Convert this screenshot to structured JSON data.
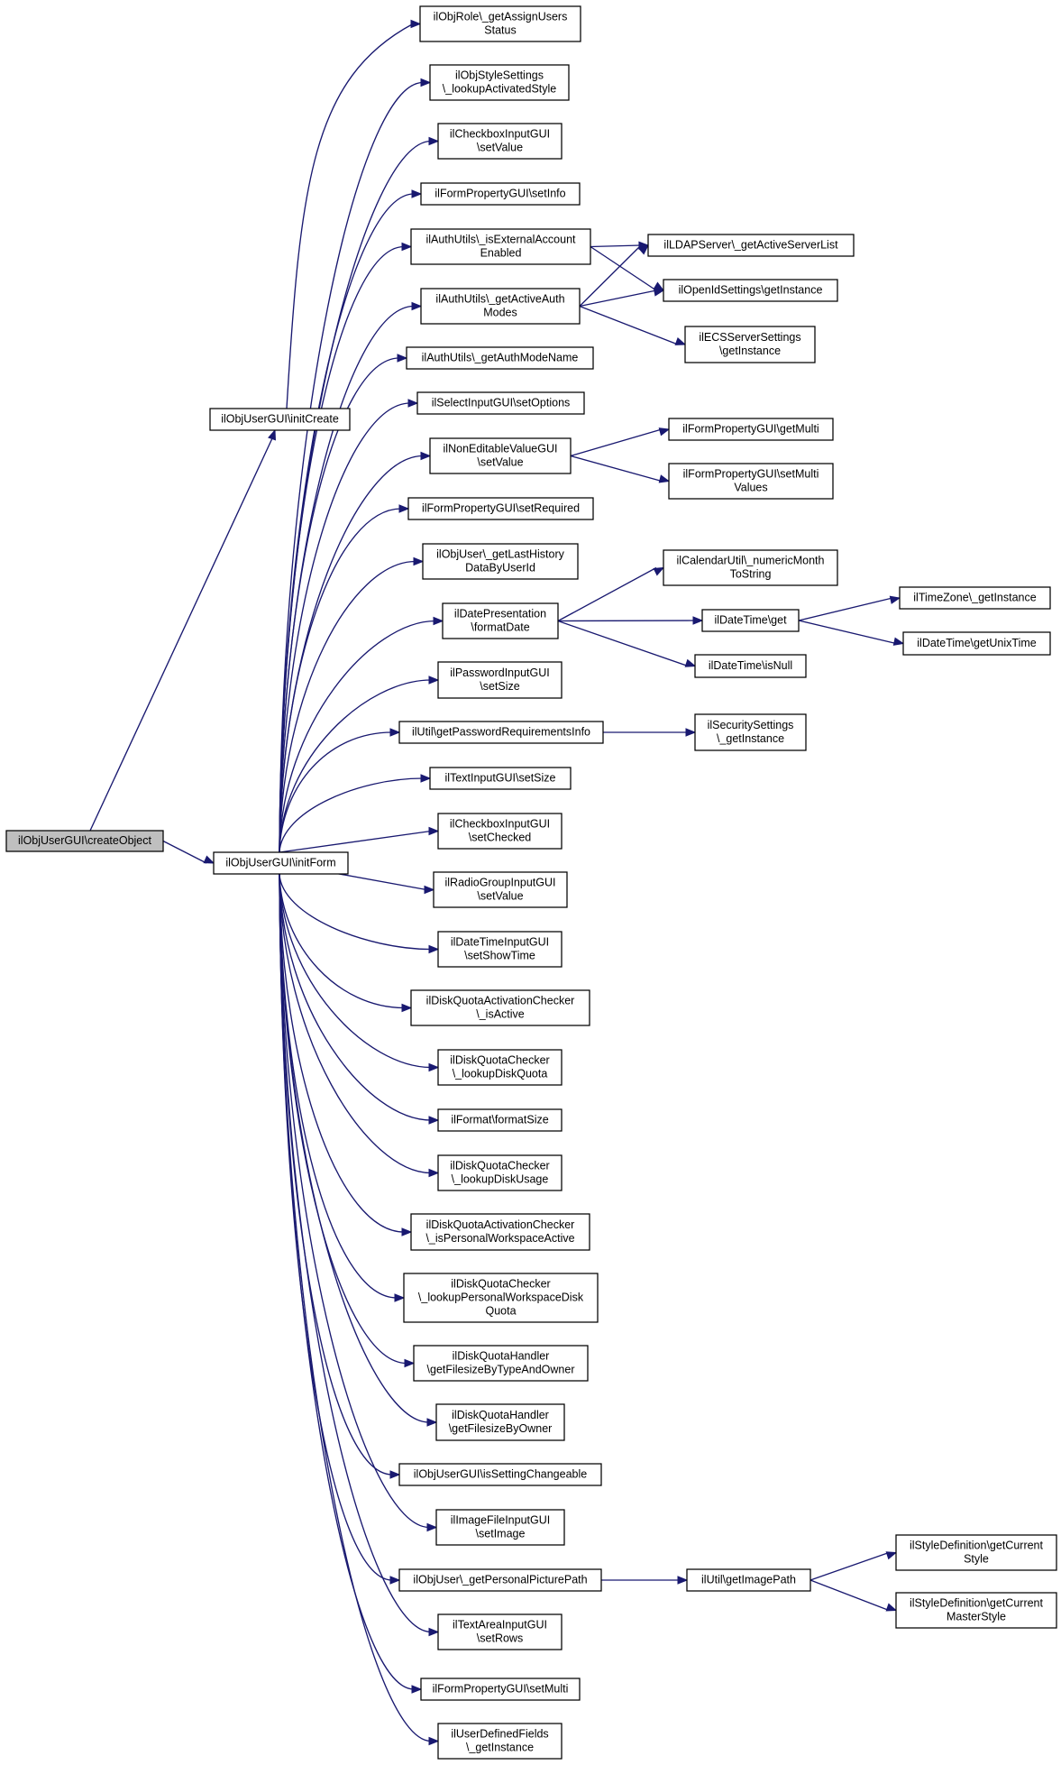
{
  "colors": {
    "edge": "#191970",
    "node_border": "#000000",
    "root_fill": "#bfbfbf",
    "node_fill": "#ffffff"
  },
  "nodes": [
    {
      "id": "createObject",
      "lines": [
        "ilObjUserGUI\\createObject"
      ],
      "root": true
    },
    {
      "id": "initCreate",
      "lines": [
        "ilObjUserGUI\\initCreate"
      ]
    },
    {
      "id": "initForm",
      "lines": [
        "ilObjUserGUI\\initForm"
      ]
    },
    {
      "id": "getAssignUsersStatus",
      "lines": [
        "ilObjRole\\_getAssignUsers",
        "Status"
      ]
    },
    {
      "id": "lookupActivatedStyle",
      "lines": [
        "ilObjStyleSettings",
        "\\_lookupActivatedStyle"
      ]
    },
    {
      "id": "checkboxSetValue",
      "lines": [
        "ilCheckboxInputGUI",
        "\\setValue"
      ]
    },
    {
      "id": "setInfo",
      "lines": [
        "ilFormPropertyGUI\\setInfo"
      ]
    },
    {
      "id": "isExternalAccount",
      "lines": [
        "ilAuthUtils\\_isExternalAccount",
        "Enabled"
      ]
    },
    {
      "id": "getActiveAuthModes",
      "lines": [
        "ilAuthUtils\\_getActiveAuth",
        "Modes"
      ]
    },
    {
      "id": "getAuthModeName",
      "lines": [
        "ilAuthUtils\\_getAuthModeName"
      ]
    },
    {
      "id": "setOptions",
      "lines": [
        "ilSelectInputGUI\\setOptions"
      ]
    },
    {
      "id": "nonEditableSetValue",
      "lines": [
        "ilNonEditableValueGUI",
        "\\setValue"
      ]
    },
    {
      "id": "setRequired",
      "lines": [
        "ilFormPropertyGUI\\setRequired"
      ]
    },
    {
      "id": "getLastHistory",
      "lines": [
        "ilObjUser\\_getLastHistory",
        "DataByUserId"
      ]
    },
    {
      "id": "formatDate",
      "lines": [
        "ilDatePresentation",
        "\\formatDate"
      ]
    },
    {
      "id": "passwordSetSize",
      "lines": [
        "ilPasswordInputGUI",
        "\\setSize"
      ]
    },
    {
      "id": "getPasswordReq",
      "lines": [
        "ilUtil\\getPasswordRequirementsInfo"
      ]
    },
    {
      "id": "textSetSize",
      "lines": [
        "ilTextInputGUI\\setSize"
      ]
    },
    {
      "id": "setChecked",
      "lines": [
        "ilCheckboxInputGUI",
        "\\setChecked"
      ]
    },
    {
      "id": "radioSetValue",
      "lines": [
        "ilRadioGroupInputGUI",
        "\\setValue"
      ]
    },
    {
      "id": "setShowTime",
      "lines": [
        "ilDateTimeInputGUI",
        "\\setShowTime"
      ]
    },
    {
      "id": "dqIsActive",
      "lines": [
        "ilDiskQuotaActivationChecker",
        "\\_isActive"
      ]
    },
    {
      "id": "lookupDiskQuota",
      "lines": [
        "ilDiskQuotaChecker",
        "\\_lookupDiskQuota"
      ]
    },
    {
      "id": "formatSize",
      "lines": [
        "ilFormat\\formatSize"
      ]
    },
    {
      "id": "lookupDiskUsage",
      "lines": [
        "ilDiskQuotaChecker",
        "\\_lookupDiskUsage"
      ]
    },
    {
      "id": "isPersonalWorkspaceActive",
      "lines": [
        "ilDiskQuotaActivationChecker",
        "\\_isPersonalWorkspaceActive"
      ]
    },
    {
      "id": "lookupPersonalWorkspaceDiskQuota",
      "lines": [
        "ilDiskQuotaChecker",
        "\\_lookupPersonalWorkspaceDisk",
        "Quota"
      ]
    },
    {
      "id": "getFilesizeByTypeAndOwner",
      "lines": [
        "ilDiskQuotaHandler",
        "\\getFilesizeByTypeAndOwner"
      ]
    },
    {
      "id": "getFilesizeByOwner",
      "lines": [
        "ilDiskQuotaHandler",
        "\\getFilesizeByOwner"
      ]
    },
    {
      "id": "isSettingChangeable",
      "lines": [
        "ilObjUserGUI\\isSettingChangeable"
      ]
    },
    {
      "id": "setImage",
      "lines": [
        "ilImageFileInputGUI",
        "\\setImage"
      ]
    },
    {
      "id": "getPersonalPicturePath",
      "lines": [
        "ilObjUser\\_getPersonalPicturePath"
      ]
    },
    {
      "id": "setRows",
      "lines": [
        "ilTextAreaInputGUI",
        "\\setRows"
      ]
    },
    {
      "id": "setMulti",
      "lines": [
        "ilFormPropertyGUI\\setMulti"
      ]
    },
    {
      "id": "udfGetInstance",
      "lines": [
        "ilUserDefinedFields",
        "\\_getInstance"
      ]
    },
    {
      "id": "ldapGetActiveServerList",
      "lines": [
        "ilLDAPServer\\_getActiveServerList"
      ]
    },
    {
      "id": "openIdGetInstance",
      "lines": [
        "ilOpenIdSettings\\getInstance"
      ]
    },
    {
      "id": "ecsGetInstance",
      "lines": [
        "ilECSServerSettings",
        "\\getInstance"
      ]
    },
    {
      "id": "getMulti",
      "lines": [
        "ilFormPropertyGUI\\getMulti"
      ]
    },
    {
      "id": "setMultiValues",
      "lines": [
        "ilFormPropertyGUI\\setMulti",
        "Values"
      ]
    },
    {
      "id": "numericMonthToString",
      "lines": [
        "ilCalendarUtil\\_numericMonth",
        "ToString"
      ]
    },
    {
      "id": "dateTimeGet",
      "lines": [
        "ilDateTime\\get"
      ]
    },
    {
      "id": "dateTimeIsNull",
      "lines": [
        "ilDateTime\\isNull"
      ]
    },
    {
      "id": "securityGetInstance",
      "lines": [
        "ilSecuritySettings",
        "\\_getInstance"
      ]
    },
    {
      "id": "timeZoneGetInstance",
      "lines": [
        "ilTimeZone\\_getInstance"
      ]
    },
    {
      "id": "getUnixTime",
      "lines": [
        "ilDateTime\\getUnixTime"
      ]
    },
    {
      "id": "getImagePath",
      "lines": [
        "ilUtil\\getImagePath"
      ]
    },
    {
      "id": "getCurrentStyle",
      "lines": [
        "ilStyleDefinition\\getCurrent",
        "Style"
      ]
    },
    {
      "id": "getCurrentMasterStyle",
      "lines": [
        "ilStyleDefinition\\getCurrent",
        "MasterStyle"
      ]
    }
  ],
  "edges": [
    [
      "createObject",
      "initCreate"
    ],
    [
      "createObject",
      "initForm"
    ],
    [
      "initCreate",
      "getAssignUsersStatus"
    ],
    [
      "initForm",
      "lookupActivatedStyle"
    ],
    [
      "initForm",
      "checkboxSetValue"
    ],
    [
      "initForm",
      "setInfo"
    ],
    [
      "initForm",
      "isExternalAccount"
    ],
    [
      "initForm",
      "getActiveAuthModes"
    ],
    [
      "initForm",
      "getAuthModeName"
    ],
    [
      "initForm",
      "setOptions"
    ],
    [
      "initForm",
      "nonEditableSetValue"
    ],
    [
      "initForm",
      "setRequired"
    ],
    [
      "initForm",
      "getLastHistory"
    ],
    [
      "initForm",
      "formatDate"
    ],
    [
      "initForm",
      "passwordSetSize"
    ],
    [
      "initForm",
      "getPasswordReq"
    ],
    [
      "initForm",
      "textSetSize"
    ],
    [
      "initForm",
      "setChecked"
    ],
    [
      "initForm",
      "radioSetValue"
    ],
    [
      "initForm",
      "setShowTime"
    ],
    [
      "initForm",
      "dqIsActive"
    ],
    [
      "initForm",
      "lookupDiskQuota"
    ],
    [
      "initForm",
      "formatSize"
    ],
    [
      "initForm",
      "lookupDiskUsage"
    ],
    [
      "initForm",
      "isPersonalWorkspaceActive"
    ],
    [
      "initForm",
      "lookupPersonalWorkspaceDiskQuota"
    ],
    [
      "initForm",
      "getFilesizeByTypeAndOwner"
    ],
    [
      "initForm",
      "getFilesizeByOwner"
    ],
    [
      "initForm",
      "isSettingChangeable"
    ],
    [
      "initForm",
      "setImage"
    ],
    [
      "initForm",
      "getPersonalPicturePath"
    ],
    [
      "initForm",
      "setRows"
    ],
    [
      "initForm",
      "setMulti"
    ],
    [
      "initForm",
      "udfGetInstance"
    ],
    [
      "isExternalAccount",
      "ldapGetActiveServerList"
    ],
    [
      "isExternalAccount",
      "openIdGetInstance"
    ],
    [
      "getActiveAuthModes",
      "ldapGetActiveServerList"
    ],
    [
      "getActiveAuthModes",
      "openIdGetInstance"
    ],
    [
      "getActiveAuthModes",
      "ecsGetInstance"
    ],
    [
      "nonEditableSetValue",
      "getMulti"
    ],
    [
      "nonEditableSetValue",
      "setMultiValues"
    ],
    [
      "formatDate",
      "numericMonthToString"
    ],
    [
      "formatDate",
      "dateTimeGet"
    ],
    [
      "formatDate",
      "dateTimeIsNull"
    ],
    [
      "dateTimeGet",
      "timeZoneGetInstance"
    ],
    [
      "dateTimeGet",
      "getUnixTime"
    ],
    [
      "getPasswordReq",
      "securityGetInstance"
    ],
    [
      "getPersonalPicturePath",
      "getImagePath"
    ],
    [
      "getImagePath",
      "getCurrentStyle"
    ],
    [
      "getImagePath",
      "getCurrentMasterStyle"
    ]
  ]
}
